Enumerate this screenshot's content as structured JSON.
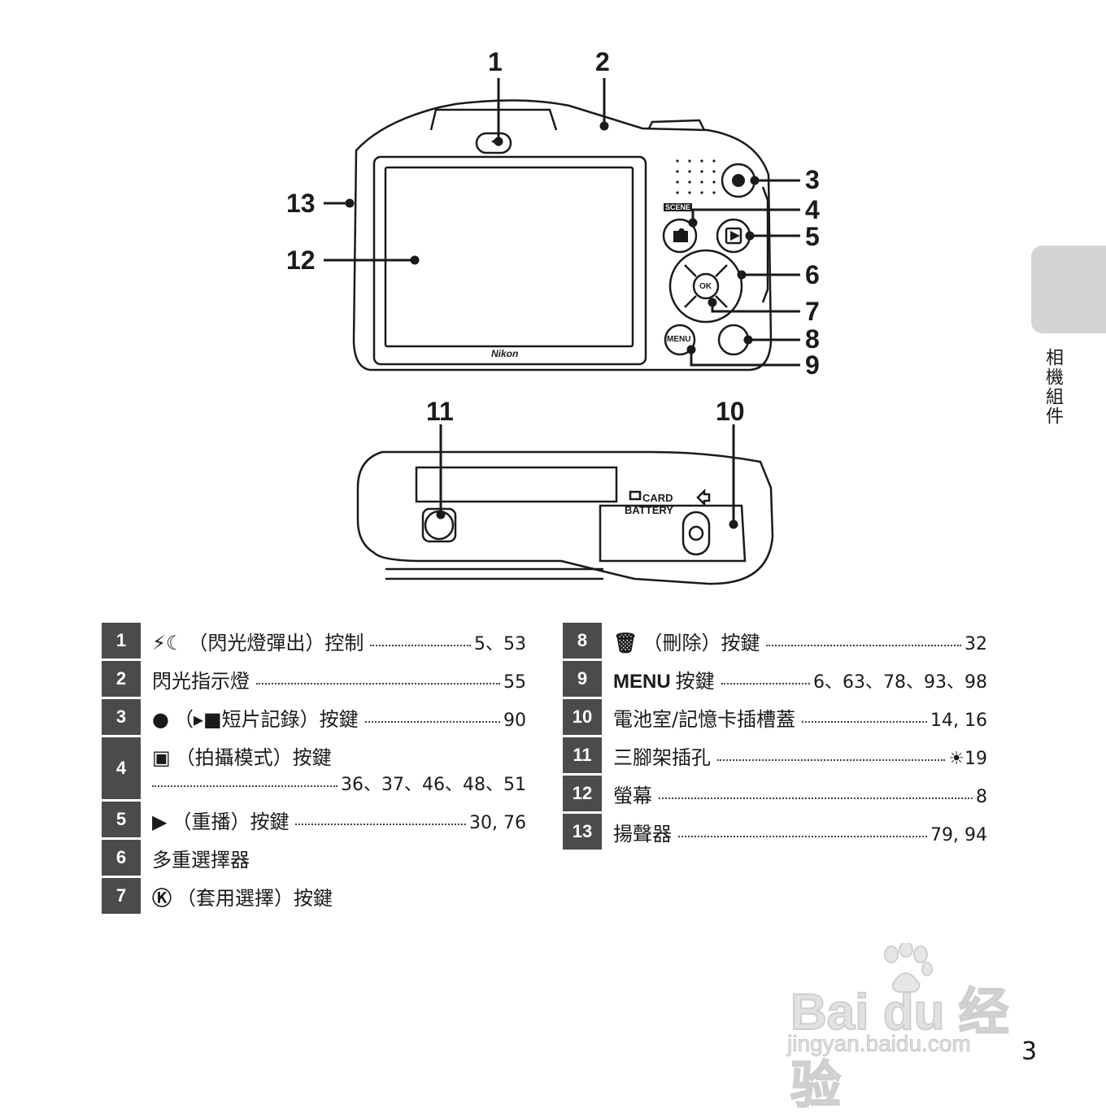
{
  "callouts": [
    "1",
    "2",
    "3",
    "4",
    "5",
    "6",
    "7",
    "8",
    "9",
    "10",
    "11",
    "12",
    "13"
  ],
  "camera": {
    "brand": "Nikon",
    "scene_label": "SCENE",
    "ok_label": "OK",
    "menu_label": "MENU",
    "card_label": "CARD",
    "battery_label": "BATTERY"
  },
  "section_title": "相機組件",
  "left_items": [
    {
      "num": "1",
      "symbol": "⚡☾",
      "label": "（閃光燈彈出）控制",
      "pages": "5、53"
    },
    {
      "num": "2",
      "symbol": "",
      "label": "閃光指示燈",
      "pages": "55"
    },
    {
      "num": "3",
      "symbol": "●",
      "label": "（▸■短片記錄）按鍵",
      "pages": "90"
    },
    {
      "num": "4",
      "symbol": "▣",
      "label": "（拍攝模式）按鍵",
      "pages": "36、37、46、48、51"
    },
    {
      "num": "5",
      "symbol": "▶",
      "label": "（重播）按鍵",
      "pages": "30, 76"
    },
    {
      "num": "6",
      "symbol": "",
      "label": "多重選擇器",
      "pages": ""
    },
    {
      "num": "7",
      "symbol": "Ⓚ",
      "label": "（套用選擇）按鍵",
      "pages": ""
    }
  ],
  "right_items": [
    {
      "num": "8",
      "symbol": "🗑",
      "label": "（刪除）按鍵",
      "pages": "32"
    },
    {
      "num": "9",
      "symbol": "MENU",
      "label": "按鍵",
      "pages": "6、63、78、93、98"
    },
    {
      "num": "10",
      "symbol": "",
      "label": "電池室/記憶卡插槽蓋",
      "pages": "14, 16"
    },
    {
      "num": "11",
      "symbol": "",
      "label": "三腳架插孔",
      "pages": "☀19"
    },
    {
      "num": "12",
      "symbol": "",
      "label": "螢幕",
      "pages": "8"
    },
    {
      "num": "13",
      "symbol": "",
      "label": "揚聲器",
      "pages": "79, 94"
    }
  ],
  "watermark": {
    "main": "Bai du 经验",
    "sub": "jingyan.baidu.com"
  },
  "page_number": "3"
}
